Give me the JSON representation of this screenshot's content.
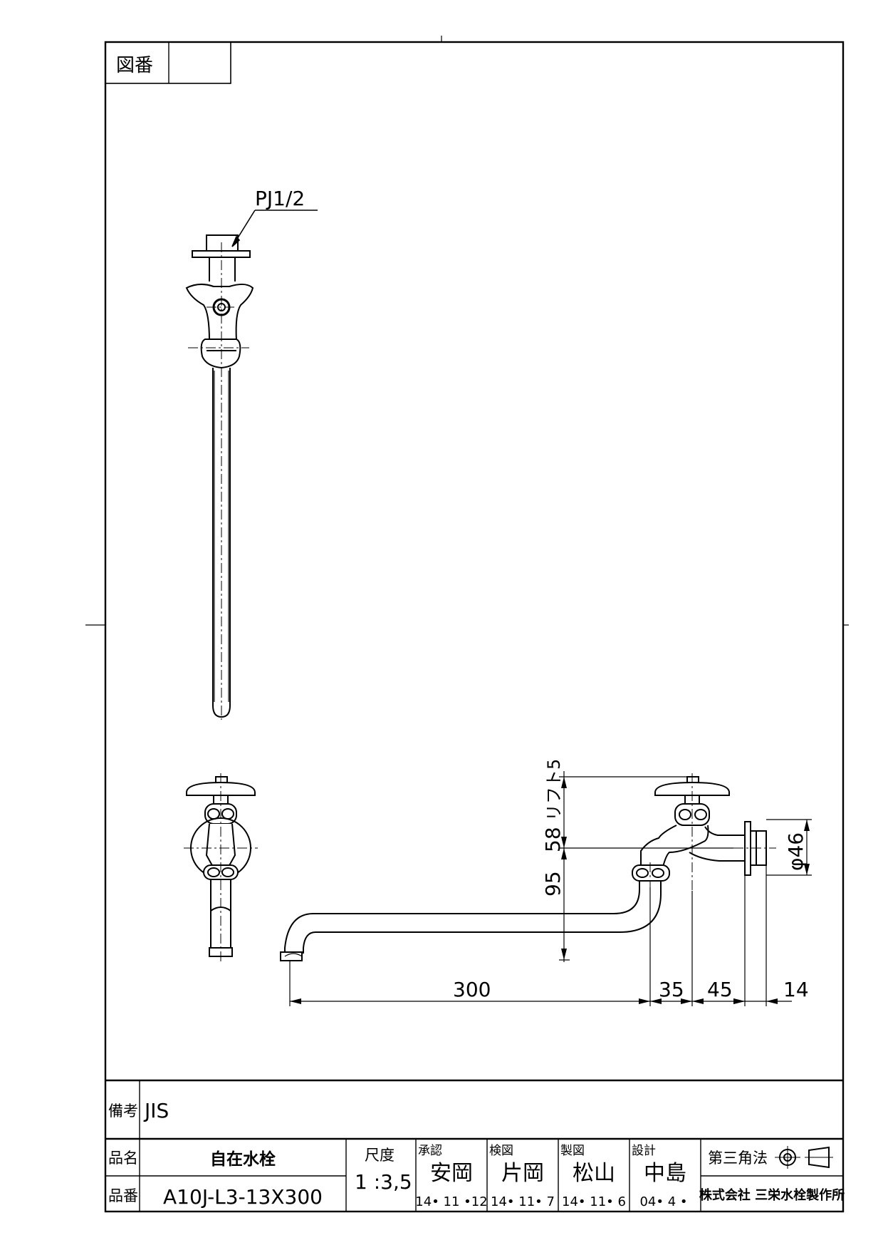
{
  "frame": {
    "drawing_no_label": "図番",
    "drawing_no_value": ""
  },
  "annotations": {
    "thread_label": "PJ1/2"
  },
  "dimensions": {
    "length_300": "300",
    "length_35": "35",
    "length_45": "45",
    "length_14": "14",
    "height_95": "95",
    "height_58": "58",
    "height_label": "リフト5",
    "diameter_46": "φ46"
  },
  "title_block": {
    "remarks_label": "備考",
    "remarks_value": "JIS",
    "product_name_label": "品名",
    "product_name_value": "自在水栓",
    "product_no_label": "品番",
    "product_no_value": "A10J-L3-13X300",
    "scale_label": "尺度",
    "scale_value": "1 :3,5",
    "approval_label": "承認",
    "approval_name": "安岡",
    "approval_date": "14• 11 •12",
    "check_label": "検図",
    "check_name": "片岡",
    "check_date": "14• 11• 7",
    "draft_label": "製図",
    "draft_name": "松山",
    "draft_date": "14• 11• 6",
    "design_label": "設計",
    "design_name": "中島",
    "design_date": "04• 4 •",
    "projection_label": "第三角法",
    "company": "株式会社 三栄水栓製作所"
  }
}
